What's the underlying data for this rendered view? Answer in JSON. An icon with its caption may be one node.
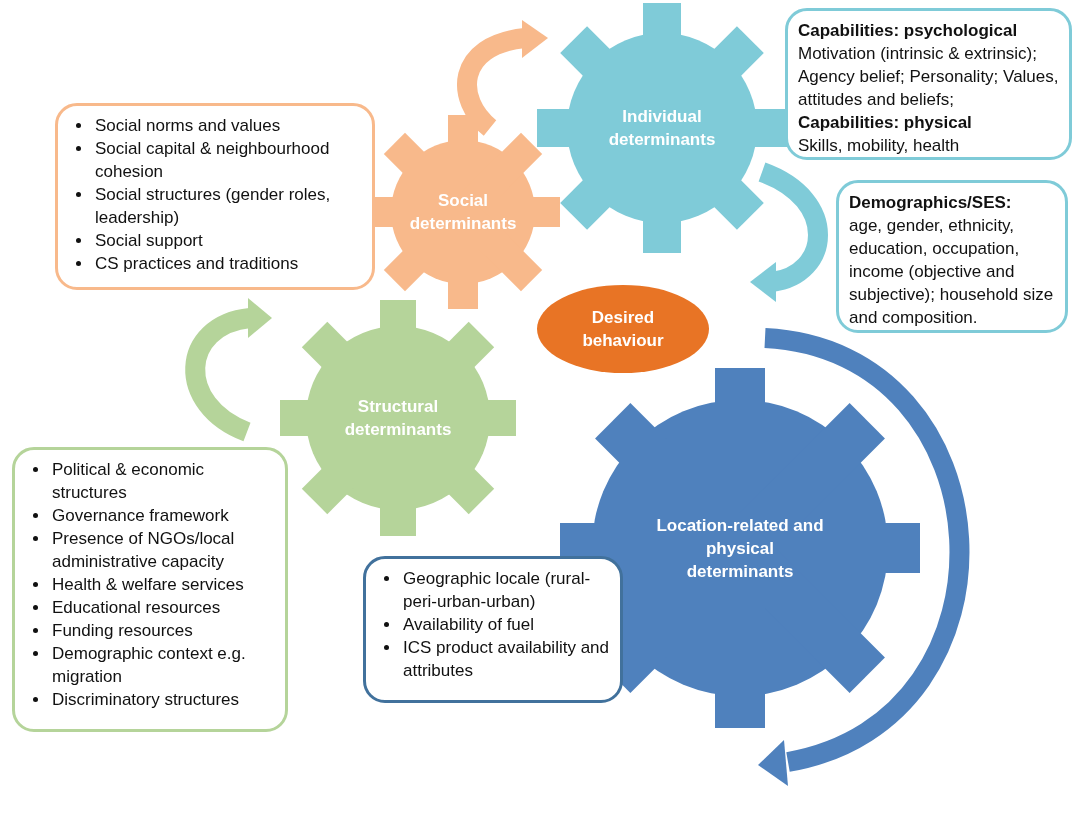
{
  "diagram": {
    "nodes": [
      {
        "text": [
          "Social determinants"
        ]
      },
      {
        "text": [
          "Social norms and values",
          "Social capital  & neighbourhood cohesion",
          "Social structures  (gender roles, leadership)",
          "Social support",
          "CS practices and traditions"
        ]
      },
      {
        "text": [
          "Individual determinants"
        ]
      },
      {
        "text": [
          "Capabilities: psychological",
          "Motivation (intrinsic & extrinsic); Agency belief; Personality; Values, attitudes and beliefs;",
          "Capabilities: physical",
          "Skills, mobility, health"
        ]
      },
      {
        "text": [
          "Demographics/SES:",
          "age, gender, ethnicity, education, occupation, income (objective and subjective); household size and composition."
        ]
      },
      {
        "text": [
          "Desired behaviour"
        ]
      },
      {
        "text": [
          "Structural determinants"
        ]
      },
      {
        "text": [
          "Political & economic structures",
          "Governance framework",
          "Presence of NGOs/local administrative capacity",
          "Health & welfare services",
          "Educational resources",
          "Funding resources",
          "Demographic context e.g. migration",
          "Discriminatory structures"
        ]
      },
      {
        "text": [
          "Location-related and physical determinants"
        ]
      },
      {
        "text": [
          "Geographic locale (rural-peri-urban-urban)",
          "Availability of fuel",
          "ICS product availability and attributes"
        ]
      }
    ]
  }
}
